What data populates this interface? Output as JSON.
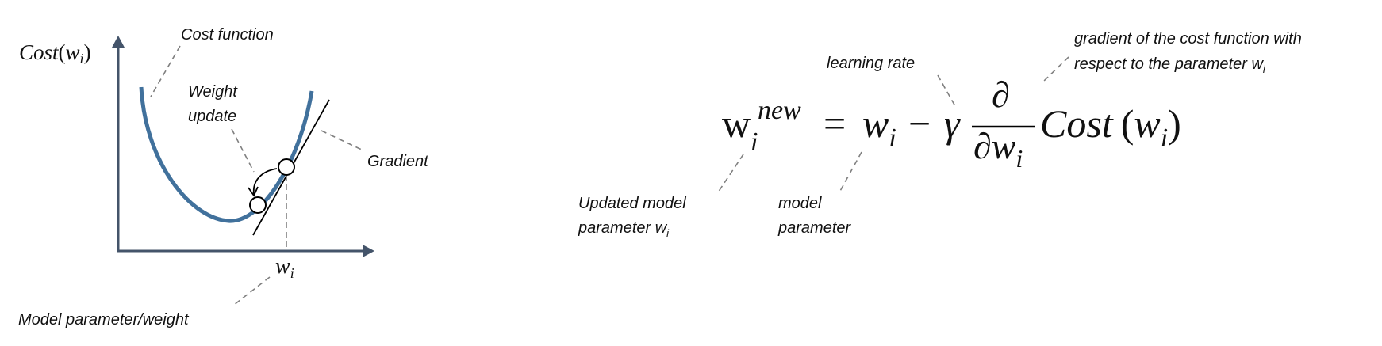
{
  "left_diagram": {
    "y_axis_label": {
      "main": "Cost",
      "open": "(",
      "var": "w",
      "sub": "i",
      "close": ")"
    },
    "x_axis_label": {
      "var": "w",
      "sub": "i"
    },
    "annotations": {
      "cost_function": "Cost function",
      "weight_update_line1": "Weight",
      "weight_update_line2": "update",
      "gradient": "Gradient",
      "model_parameter": "Model parameter/weight"
    },
    "colors": {
      "curve": "#41719c",
      "axis": "#44546a"
    }
  },
  "formula": {
    "lhs_var": "w",
    "lhs_sub": "i",
    "lhs_sup": "new",
    "equals": "=",
    "w": "w",
    "w_sub": "i",
    "minus": "−",
    "gamma": "γ",
    "partial_num": "∂",
    "partial_den": "∂w",
    "partial_den_sub": "i",
    "cost": "Cost",
    "open": "(",
    "arg": "w",
    "arg_sub": "i",
    "close": ")"
  },
  "formula_annotations": {
    "learning_rate": "learning rate",
    "gradient_line1": "gradient of the cost function with",
    "gradient_line2": "respect to the parameter w",
    "gradient_line2_sub": "i",
    "updated_line1": "Updated model",
    "updated_line2": "parameter w",
    "updated_line2_sub": "i",
    "model_line1": "model",
    "model_line2": "parameter"
  }
}
